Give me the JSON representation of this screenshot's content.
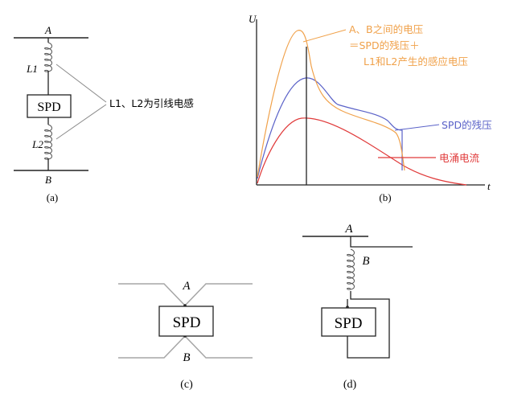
{
  "colors": {
    "wire": "#222222",
    "leader": "#8a8a8a",
    "gray_wire": "#a6a6a6",
    "ab_voltage": "#f0a14a",
    "spd_residual": "#5a62c8",
    "surge_current": "#e03a3a"
  },
  "panel_a": {
    "top_label": "A",
    "bottom_label": "B",
    "l1_label": "L1",
    "l2_label": "L2",
    "spd_label": "SPD",
    "annotation": "L1、L2为引线电感",
    "caption": "(a)"
  },
  "panel_b": {
    "y_axis_label": "U",
    "x_axis_label": "t",
    "ab_voltage_line1": "A、B之间的电压",
    "ab_voltage_line2": "＝SPD的残压＋",
    "ab_voltage_line3": "L1和L2产生的感应电压",
    "spd_residual_label": "SPD的残压",
    "surge_current_label": "电涌电流",
    "caption": "(b)"
  },
  "panel_c": {
    "top_label": "A",
    "bottom_label": "B",
    "spd_label": "SPD",
    "caption": "(c)"
  },
  "panel_d": {
    "top_label": "A",
    "coil_label": "B",
    "spd_label": "SPD",
    "caption": "(d)"
  }
}
